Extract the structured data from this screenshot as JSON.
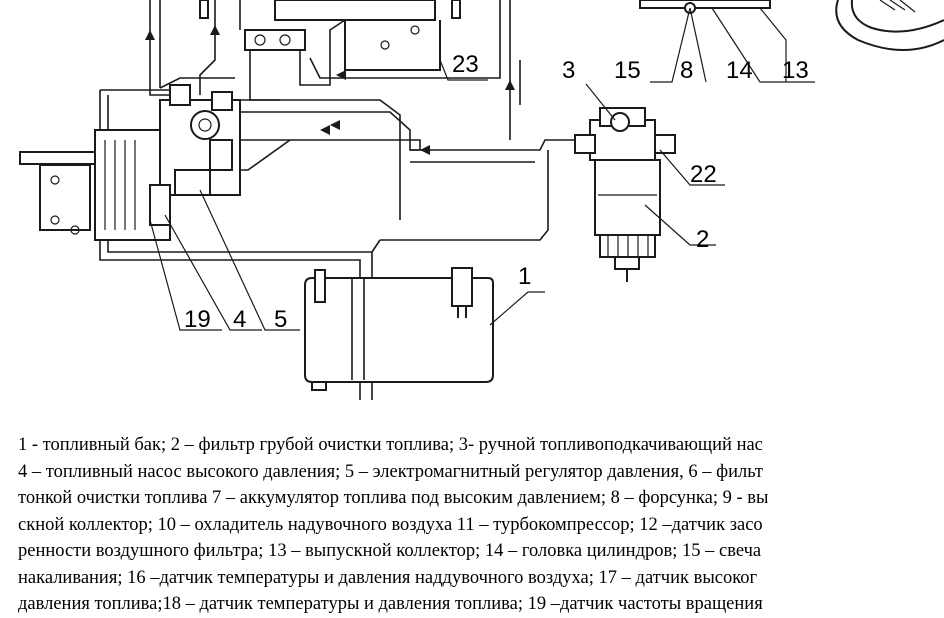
{
  "callouts": {
    "c1": "1",
    "c2": "2",
    "c3": "3",
    "c4": "4",
    "c5": "5",
    "c8": "8",
    "c13": "13",
    "c14": "14",
    "c15": "15",
    "c19": "19",
    "c22": "22",
    "c23": "23"
  },
  "caption": {
    "lines": [
      "1 - топливный бак; 2 – фильтр грубой очистки топлива; 3- ручной топливоподкачивающий нас",
      "4 – топливный насос высокого давления; 5 – электромагнитный регулятор давления, 6 – фильт",
      "тонкой очистки топлива 7 – аккумулятор топлива под высоким давлением; 8 – форсунка; 9 - вы",
      "скной коллектор; 10 – охладитель надувочного воздуха 11 – турбокомпрессор; 12 –датчик засо",
      "ренности воздушного фильтра; 13 – выпускной коллектор; 14 – головка цилиндров; 15 – свеча",
      "накаливания; 16 –датчик температуры и давления наддувочного воздуха;  17 – датчик высоког",
      "давления топлива;18 – датчик температуры и давления топлива; 19 –датчик частоты вращения"
    ]
  }
}
